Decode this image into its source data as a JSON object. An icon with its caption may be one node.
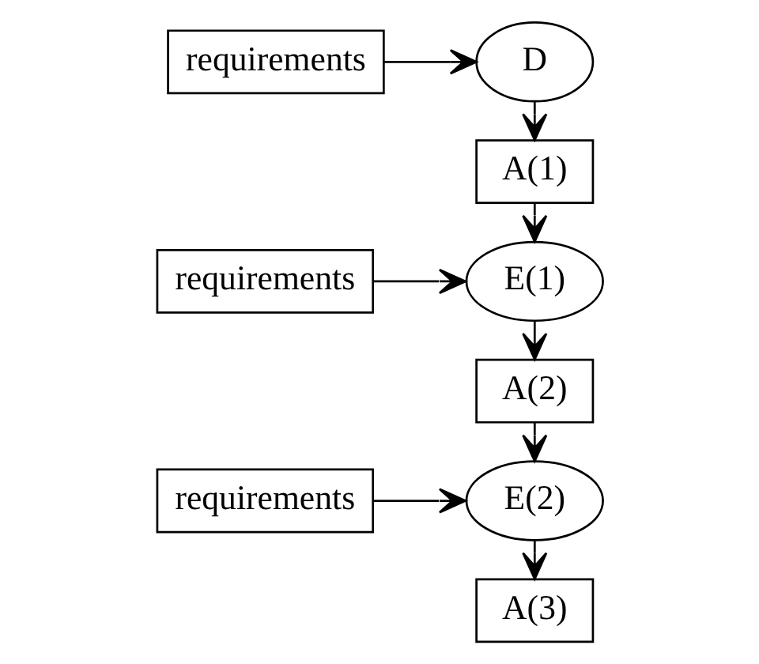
{
  "diagram": {
    "nodes": [
      {
        "text": [
          "requirements"
        ]
      },
      {
        "text": [
          "D"
        ]
      },
      {
        "text": [
          "A(1)"
        ]
      },
      {
        "text": [
          "requirements"
        ]
      },
      {
        "text": [
          "E(1)"
        ]
      },
      {
        "text": [
          "A(2)"
        ]
      },
      {
        "text": [
          "requirements"
        ]
      },
      {
        "text": [
          "E(2)"
        ]
      },
      {
        "text": [
          "A(3)"
        ]
      }
    ],
    "edges": [
      {
        "from": 0,
        "to": 1,
        "arrow": "to"
      },
      {
        "from": 1,
        "to": 2,
        "arrow": "to"
      },
      {
        "from": 2,
        "to": 4,
        "arrow": "to"
      },
      {
        "from": 3,
        "to": 4,
        "arrow": "to"
      },
      {
        "from": 4,
        "to": 5,
        "arrow": "to"
      },
      {
        "from": 5,
        "to": 7,
        "arrow": "to"
      },
      {
        "from": 6,
        "to": 7,
        "arrow": "to"
      },
      {
        "from": 7,
        "to": 8,
        "arrow": "to"
      }
    ]
  }
}
